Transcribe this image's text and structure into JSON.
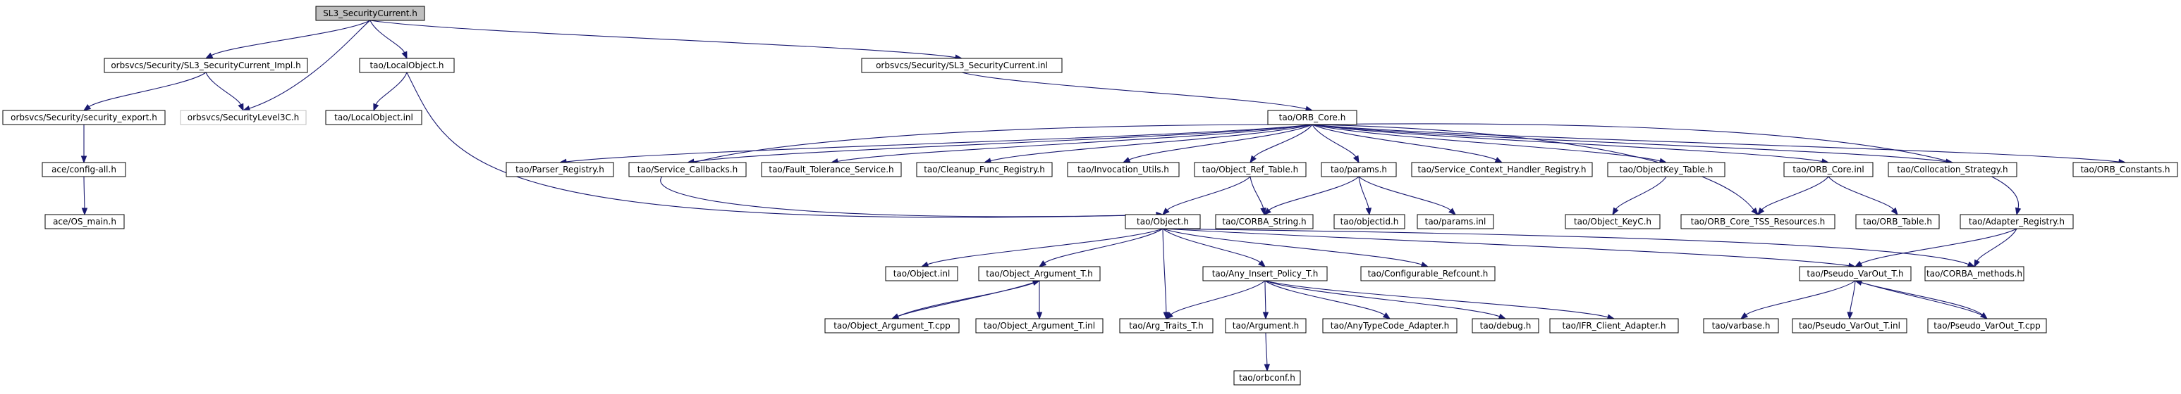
{
  "diagram": {
    "nodes": [
      {
        "id": "sl3_sc_h",
        "label": "SL3_SecurityCurrent.h",
        "root": true
      },
      {
        "id": "sl3_impl_h",
        "label": "orbsvcs/Security/SL3_SecurityCurrent_Impl.h"
      },
      {
        "id": "localobject_h",
        "label": "tao/LocalObject.h"
      },
      {
        "id": "sl3_inl",
        "label": "orbsvcs/Security/SL3_SecurityCurrent.inl"
      },
      {
        "id": "security_export_h",
        "label": "orbsvcs/Security/security_export.h"
      },
      {
        "id": "securitylevel3c_h",
        "label": "orbsvcs/SecurityLevel3C.h",
        "missing": true
      },
      {
        "id": "localobject_inl",
        "label": "tao/LocalObject.inl"
      },
      {
        "id": "orb_core_h",
        "label": "tao/ORB_Core.h"
      },
      {
        "id": "config_all_h",
        "label": "ace/config-all.h"
      },
      {
        "id": "os_main_h",
        "label": "ace/OS_main.h"
      },
      {
        "id": "parser_registry_h",
        "label": "tao/Parser_Registry.h"
      },
      {
        "id": "service_callbacks_h",
        "label": "tao/Service_Callbacks.h"
      },
      {
        "id": "fault_tolerance_h",
        "label": "tao/Fault_Tolerance_Service.h"
      },
      {
        "id": "cleanup_func_h",
        "label": "tao/Cleanup_Func_Registry.h"
      },
      {
        "id": "invocation_utils_h",
        "label": "tao/Invocation_Utils.h"
      },
      {
        "id": "object_ref_table_h",
        "label": "tao/Object_Ref_Table.h"
      },
      {
        "id": "params_h",
        "label": "tao/params.h"
      },
      {
        "id": "svc_ctx_handler_h",
        "label": "tao/Service_Context_Handler_Registry.h"
      },
      {
        "id": "objectkey_table_h",
        "label": "tao/ObjectKey_Table.h"
      },
      {
        "id": "orb_core_inl",
        "label": "tao/ORB_Core.inl"
      },
      {
        "id": "collocation_strategy_h",
        "label": "tao/Collocation_Strategy.h"
      },
      {
        "id": "orb_constants_h",
        "label": "tao/ORB_Constants.h"
      },
      {
        "id": "object_h",
        "label": "tao/Object.h"
      },
      {
        "id": "corba_string_h",
        "label": "tao/CORBA_String.h"
      },
      {
        "id": "objectid_h",
        "label": "tao/objectid.h"
      },
      {
        "id": "params_inl",
        "label": "tao/params.inl"
      },
      {
        "id": "object_keyc_h",
        "label": "tao/Object_KeyC.h"
      },
      {
        "id": "orb_core_tss_h",
        "label": "tao/ORB_Core_TSS_Resources.h"
      },
      {
        "id": "orb_table_h",
        "label": "tao/ORB_Table.h"
      },
      {
        "id": "adapter_registry_h",
        "label": "tao/Adapter_Registry.h"
      },
      {
        "id": "object_inl",
        "label": "tao/Object.inl"
      },
      {
        "id": "object_argument_t_h",
        "label": "tao/Object_Argument_T.h"
      },
      {
        "id": "any_insert_policy_t_h",
        "label": "tao/Any_Insert_Policy_T.h"
      },
      {
        "id": "configurable_refcount_h",
        "label": "tao/Configurable_Refcount.h"
      },
      {
        "id": "pseudo_varout_t_h",
        "label": "tao/Pseudo_VarOut_T.h"
      },
      {
        "id": "corba_methods_h",
        "label": "tao/CORBA_methods.h"
      },
      {
        "id": "object_argument_t_cpp",
        "label": "tao/Object_Argument_T.cpp"
      },
      {
        "id": "object_argument_t_inl",
        "label": "tao/Object_Argument_T.inl"
      },
      {
        "id": "arg_traits_t_h",
        "label": "tao/Arg_Traits_T.h"
      },
      {
        "id": "argument_h",
        "label": "tao/Argument.h"
      },
      {
        "id": "anytypecode_adapter_h",
        "label": "tao/AnyTypeCode_Adapter.h"
      },
      {
        "id": "debug_h",
        "label": "tao/debug.h"
      },
      {
        "id": "ifr_client_adapter_h",
        "label": "tao/IFR_Client_Adapter.h"
      },
      {
        "id": "varbase_h",
        "label": "tao/varbase.h"
      },
      {
        "id": "pseudo_varout_t_inl",
        "label": "tao/Pseudo_VarOut_T.inl"
      },
      {
        "id": "pseudo_varout_t_cpp",
        "label": "tao/Pseudo_VarOut_T.cpp"
      },
      {
        "id": "orbconf_h",
        "label": "tao/orbconf.h"
      }
    ],
    "edges": [
      [
        "sl3_sc_h",
        "sl3_impl_h"
      ],
      [
        "sl3_sc_h",
        "localobject_h"
      ],
      [
        "sl3_sc_h",
        "securitylevel3c_h"
      ],
      [
        "sl3_sc_h",
        "sl3_inl"
      ],
      [
        "sl3_impl_h",
        "security_export_h"
      ],
      [
        "sl3_impl_h",
        "securitylevel3c_h"
      ],
      [
        "localobject_h",
        "localobject_inl"
      ],
      [
        "localobject_h",
        "object_h"
      ],
      [
        "sl3_inl",
        "orb_core_h"
      ],
      [
        "security_export_h",
        "config_all_h"
      ],
      [
        "config_all_h",
        "os_main_h"
      ],
      [
        "orb_core_h",
        "parser_registry_h"
      ],
      [
        "orb_core_h",
        "service_callbacks_h"
      ],
      [
        "orb_core_h",
        "fault_tolerance_h"
      ],
      [
        "orb_core_h",
        "cleanup_func_h"
      ],
      [
        "orb_core_h",
        "invocation_utils_h"
      ],
      [
        "orb_core_h",
        "object_ref_table_h"
      ],
      [
        "orb_core_h",
        "params_h"
      ],
      [
        "orb_core_h",
        "svc_ctx_handler_h"
      ],
      [
        "orb_core_h",
        "objectkey_table_h"
      ],
      [
        "orb_core_h",
        "orb_core_inl"
      ],
      [
        "orb_core_h",
        "collocation_strategy_h"
      ],
      [
        "orb_core_h",
        "orb_constants_h"
      ],
      [
        "orb_core_h",
        "object_h"
      ],
      [
        "orb_core_h",
        "orb_core_tss_h"
      ],
      [
        "orb_core_h",
        "adapter_registry_h"
      ],
      [
        "object_ref_table_h",
        "object_h"
      ],
      [
        "object_ref_table_h",
        "corba_string_h"
      ],
      [
        "params_h",
        "corba_string_h"
      ],
      [
        "params_h",
        "objectid_h"
      ],
      [
        "params_h",
        "params_inl"
      ],
      [
        "objectkey_table_h",
        "object_keyc_h"
      ],
      [
        "orb_core_inl",
        "orb_core_tss_h"
      ],
      [
        "orb_core_inl",
        "orb_table_h"
      ],
      [
        "adapter_registry_h",
        "pseudo_varout_t_h"
      ],
      [
        "adapter_registry_h",
        "corba_methods_h"
      ],
      [
        "object_h",
        "object_inl"
      ],
      [
        "object_h",
        "object_argument_t_h"
      ],
      [
        "object_h",
        "arg_traits_t_h"
      ],
      [
        "object_h",
        "any_insert_policy_t_h"
      ],
      [
        "object_h",
        "configurable_refcount_h"
      ],
      [
        "object_h",
        "pseudo_varout_t_h"
      ],
      [
        "object_h",
        "corba_methods_h"
      ],
      [
        "object_argument_t_h",
        "object_argument_t_cpp"
      ],
      [
        "object_argument_t_h",
        "object_argument_t_inl"
      ],
      [
        "object_argument_t_cpp",
        "object_argument_t_h"
      ],
      [
        "any_insert_policy_t_h",
        "arg_traits_t_h"
      ],
      [
        "any_insert_policy_t_h",
        "argument_h"
      ],
      [
        "any_insert_policy_t_h",
        "anytypecode_adapter_h"
      ],
      [
        "any_insert_policy_t_h",
        "debug_h"
      ],
      [
        "any_insert_policy_t_h",
        "ifr_client_adapter_h"
      ],
      [
        "argument_h",
        "orbconf_h"
      ],
      [
        "pseudo_varout_t_h",
        "varbase_h"
      ],
      [
        "pseudo_varout_t_h",
        "pseudo_varout_t_inl"
      ],
      [
        "pseudo_varout_t_h",
        "pseudo_varout_t_cpp"
      ],
      [
        "pseudo_varout_t_cpp",
        "pseudo_varout_t_h"
      ]
    ]
  }
}
